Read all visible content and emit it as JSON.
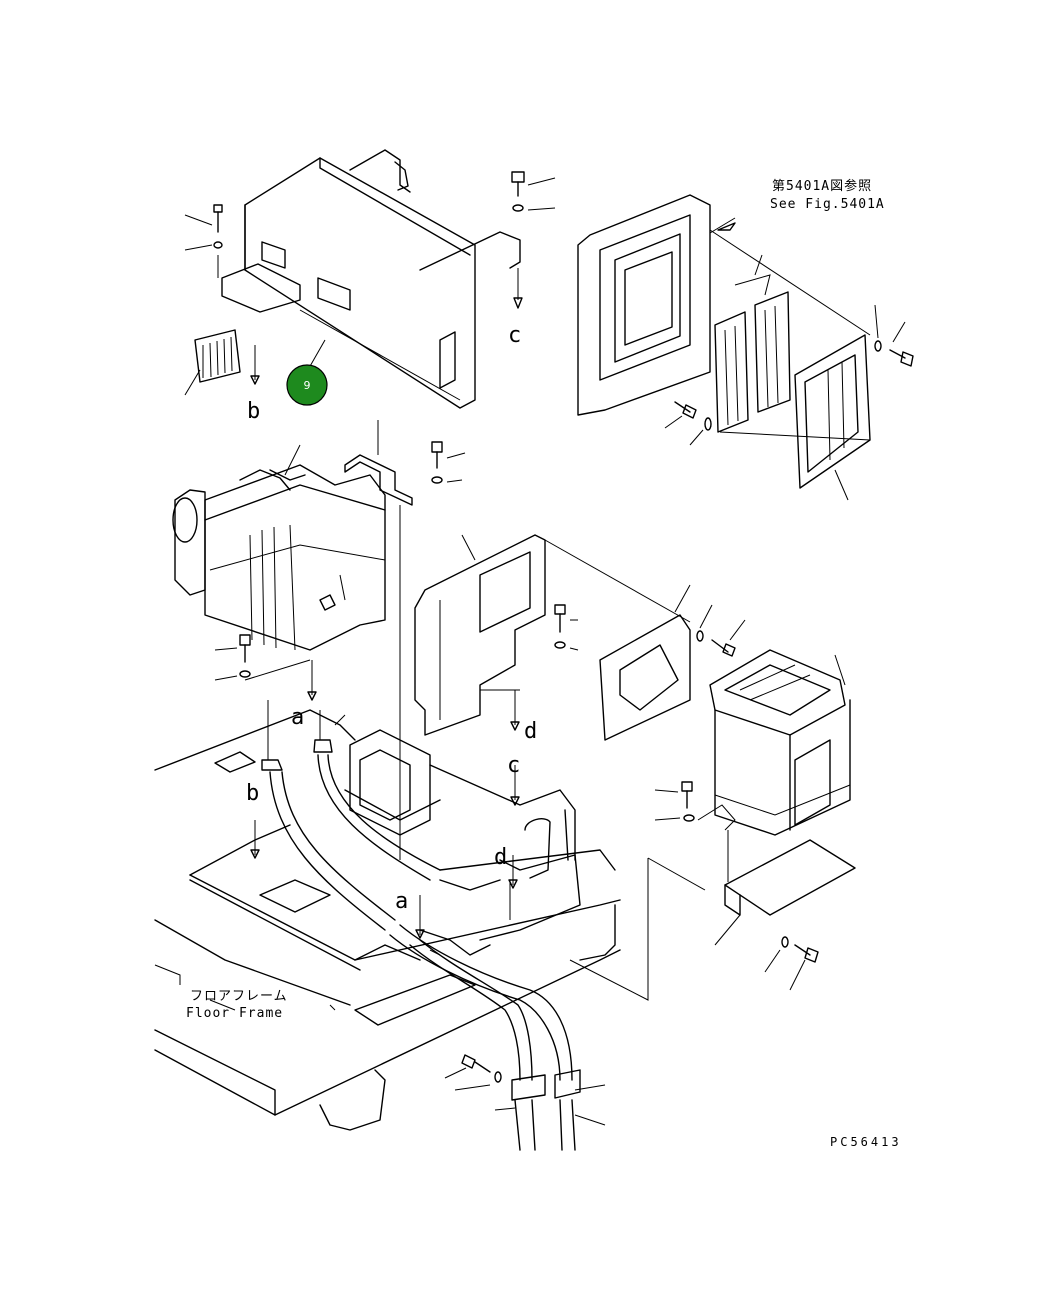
{
  "notes": {
    "see_fig_jp": "第5401A図参照",
    "see_fig_en": "See Fig.5401A",
    "floor_frame_jp": "フロアフレーム",
    "floor_frame_en": "Floor Frame",
    "drawing_code": "PC56413"
  },
  "connection_labels": [
    {
      "id": "c-top",
      "text": "c"
    },
    {
      "id": "b-top",
      "text": "b"
    },
    {
      "id": "a-top",
      "text": "a"
    },
    {
      "id": "d-top",
      "text": "d"
    },
    {
      "id": "c-low",
      "text": "c"
    },
    {
      "id": "b-low",
      "text": "b"
    },
    {
      "id": "d-low",
      "text": "d"
    },
    {
      "id": "a-low",
      "text": "a"
    }
  ],
  "callout_marker": {
    "text": "9",
    "color": "#1e8a1e"
  }
}
